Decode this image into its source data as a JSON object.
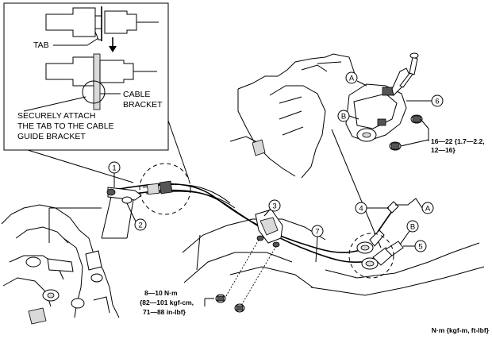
{
  "inset": {
    "tab_label": "TAB",
    "cable_label_line1": "CABLE",
    "cable_label_line2": "BRACKET",
    "note_line1": "SECURELY ATTACH",
    "note_line2": "THE TAB TO THE CABLE",
    "note_line3": "GUIDE BRACKET"
  },
  "callouts": {
    "c1": "1",
    "c2": "2",
    "c3": "3",
    "c4": "4",
    "c5": "5",
    "c6": "6",
    "c7": "7",
    "cA1": "A",
    "cB1": "B",
    "cA2": "A",
    "cB2": "B"
  },
  "torque_right": {
    "line1": "16—22 {1.7—2.2,",
    "line2": "12—16}"
  },
  "torque_left": {
    "line1": "8—10 N·m",
    "line2": "{82—101 kgf-cm,",
    "line3": "71—88 in-lbf}"
  },
  "units_note": "N·m {kgf-m, ft-lbf}"
}
